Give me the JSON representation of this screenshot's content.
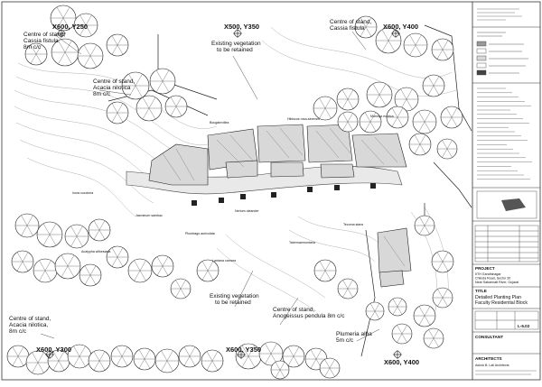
{
  "coordinates": {
    "top_left": "X600, Y250",
    "top_mid": "X500, Y350",
    "top_right": "X600, Y400",
    "bottom_left": "X600, Y300",
    "bottom_mid": "X600, Y350",
    "bottom_right": "X600, Y400"
  },
  "annotations": {
    "stand_cassia_left": [
      "Centre of stand,",
      "Cassia fistula",
      "8m c/c"
    ],
    "stand_acacia_upper": [
      "Centre of stand,",
      "Acacia nilotica",
      "8m c/c"
    ],
    "stand_cassia_right": [
      "Centre of stand,",
      "Cassia fistula"
    ],
    "vegetation_top": [
      "Existing vegetation",
      "to be retained"
    ],
    "vegetation_bottom": [
      "Existing vegetation",
      "to be retained"
    ],
    "stand_acacia_lower": [
      "Centre of stand,",
      "Acacia nilotica,",
      "8m c/c"
    ],
    "stand_anogeissus": [
      "Centre of stand,",
      "Anogeissus pendula 8m c/c"
    ],
    "plumeria": [
      "Plumeria alba",
      "5m c/c"
    ]
  },
  "title_block": {
    "project_label": "PROJECT",
    "project_lines": [
      "IITH Gandhinagar",
      "Chiloda Road, Sector 30",
      "Near Sabarmati River, Gujarat"
    ],
    "title_label": "TITLE",
    "title_lines": [
      "Detailed Planting Plan",
      "Faculty Residential Block"
    ],
    "consultant_label": "CONSULTANT",
    "architects_label": "ARCHITECTS",
    "architects_name": "Ashok B. Lall Architects",
    "drawing_no": "L-6.02"
  }
}
